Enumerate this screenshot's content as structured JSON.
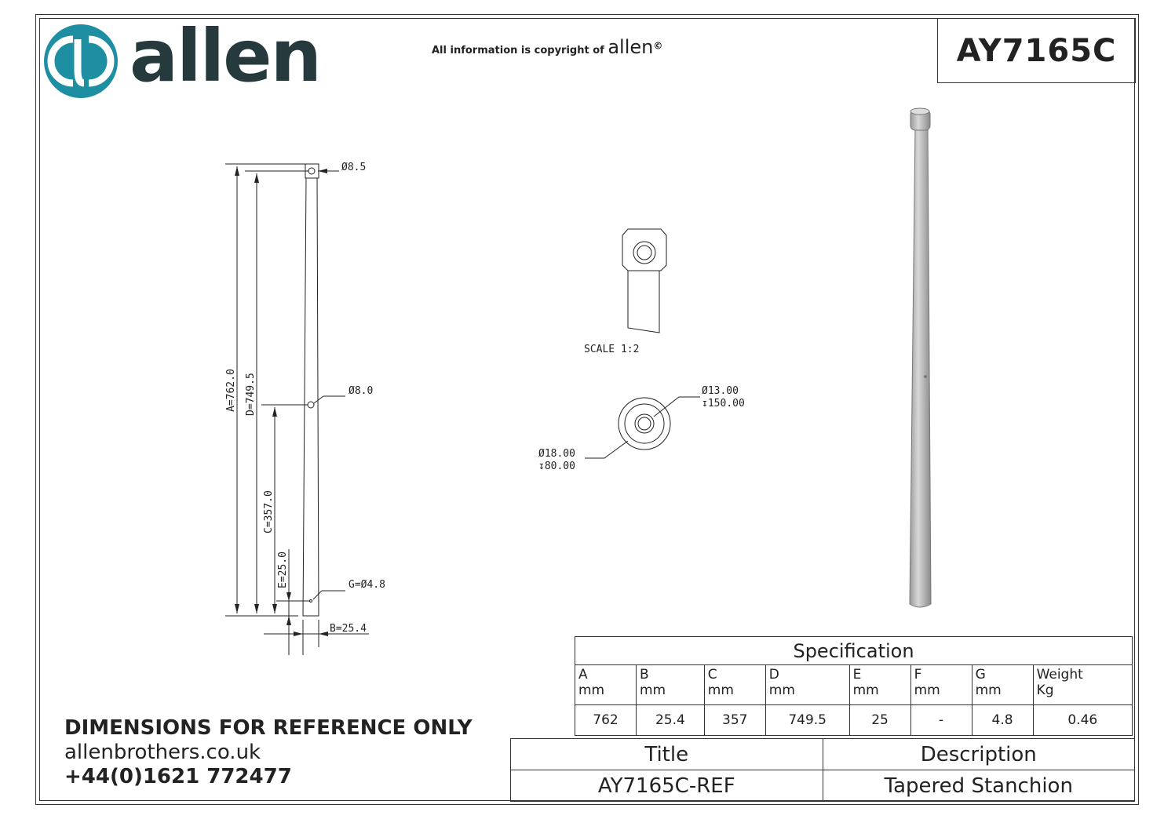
{
  "header": {
    "logo_text": "allen",
    "copyright_prefix": "All information is copyright of",
    "copyright_brand": "allen",
    "copyright_symbol": "©",
    "part_number": "AY7165C",
    "brand_color": "#1e8ea3"
  },
  "drawing": {
    "dims": {
      "top_hole": "Ø8.5",
      "mid_hole": "Ø8.0",
      "bottom_hole": "G=Ø4.8",
      "A": "A=762.0",
      "D": "D=749.5",
      "C": "C=357.0",
      "E": "E=25.0",
      "B": "B=25.4"
    },
    "detail_scale": "SCALE  1:2",
    "detail_dims": {
      "inner_dia": "Ø13.00",
      "inner_depth": "↧150.00",
      "outer_dia": "Ø18.00",
      "outer_depth": "↧80.00"
    }
  },
  "spec": {
    "title": "Specification",
    "columns": [
      {
        "name": "A",
        "unit": "mm",
        "value": "762"
      },
      {
        "name": "B",
        "unit": "mm",
        "value": "25.4"
      },
      {
        "name": "C",
        "unit": "mm",
        "value": "357"
      },
      {
        "name": "D",
        "unit": "mm",
        "value": "749.5"
      },
      {
        "name": "E",
        "unit": "mm",
        "value": "25"
      },
      {
        "name": "F",
        "unit": "mm",
        "value": "-"
      },
      {
        "name": "G",
        "unit": "mm",
        "value": "4.8"
      },
      {
        "name": "Weight",
        "unit": "Kg",
        "value": "0.46"
      }
    ]
  },
  "notes": {
    "disclaimer": "DIMENSIONS FOR REFERENCE ONLY",
    "website": "allenbrothers.co.uk",
    "phone": "+44(0)1621 772477"
  },
  "title_block": {
    "title_label": "Title",
    "description_label": "Description",
    "title_value": "AY7165C-REF",
    "description_value": "Tapered Stanchion"
  }
}
